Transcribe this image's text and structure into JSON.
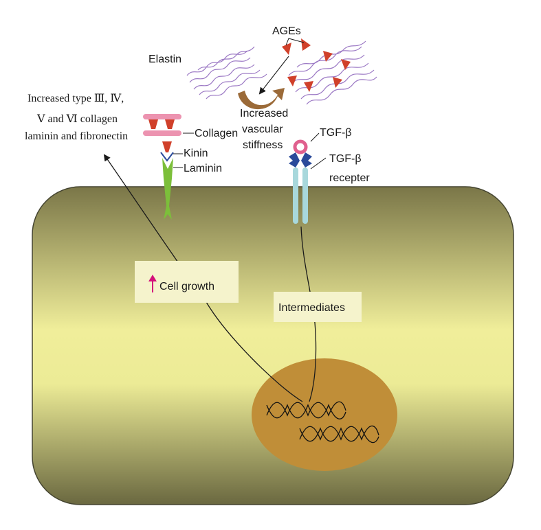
{
  "labels": {
    "ages": "AGEs",
    "elastin": "Elastin",
    "increased_line1": "Increased",
    "increased_line2": "vascular",
    "increased_line3": "stiffness",
    "tgf_beta": "TGF-β",
    "tgf_receptor_line1": "TGF-β",
    "tgf_receptor_line2": "recepter",
    "collagen_types_line1": "Increased type Ⅲ, Ⅳ,",
    "collagen_types_line2": "Ⅴ and Ⅵ collagen",
    "collagen_types_line3": "laminin and fibronectin",
    "collagen": "Collagen",
    "kinin": "Kinin",
    "laminin": "Laminin",
    "cell_growth": "Cell growth",
    "intermediates": "Intermediates"
  },
  "colors": {
    "cell_top": "#7a7648",
    "cell_mid": "#f0ee9a",
    "cell_bottom": "#6a6840",
    "nucleus": "#c08e38",
    "elastin_fiber": "#9b78c4",
    "ages": "#d0402a",
    "stiffness_arrow": "#9b6a38",
    "collagen_bar": "#ec93b0",
    "receptor": "#a8d8dc",
    "tgf_ring": "#e0608e",
    "tgf_binder": "#2a4a9a",
    "laminin": "#7cbf3a",
    "label_box": "#f5f3cc",
    "growth_arrow": "#d4107a"
  }
}
